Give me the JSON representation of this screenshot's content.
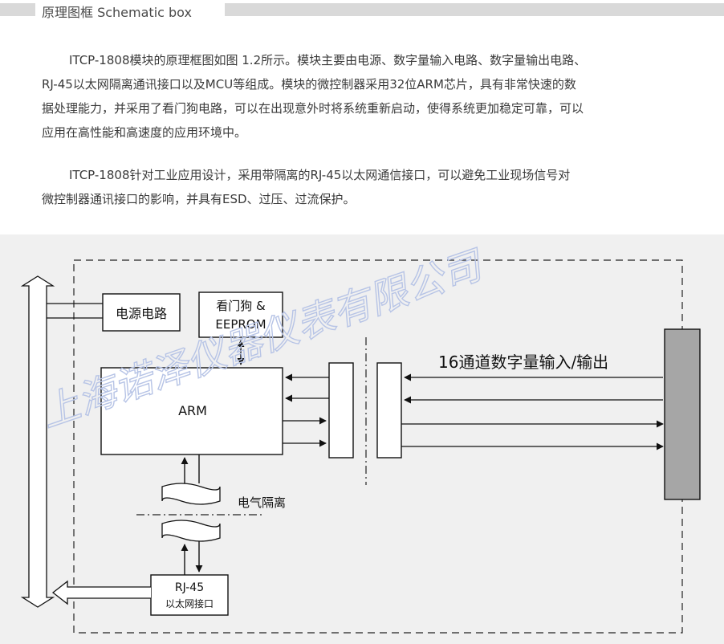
{
  "header": {
    "title": "原理图框 Schematic box"
  },
  "paragraphs": {
    "p1": [
      "ITCP-1808模块的原理框图如图 1.2所示。模块主要由电源、数字量输入电路、数字量输出电路、",
      "RJ-45以太网隔离通讯接口以及MCU等组成。模块的微控制器采用32位ARM芯片，具有非常快速的数",
      "据处理能力，并采用了看门狗电路，可以在出现意外时将系统重新启动，使得系统更加稳定可靠，可以",
      "应用在高性能和高速度的应用环境中。"
    ],
    "p2": [
      "ITCP-1808针对工业应用设计，采用带隔离的RJ-45以太网通信接口，可以避免工业现场信号对",
      "微控制器通讯接口的影响，并具有ESD、过压、过流保护。"
    ]
  },
  "diagram": {
    "power_label": "电源电路",
    "watchdog_line1": "看门狗 &",
    "watchdog_line2": "EEPROM",
    "arm_label": "ARM",
    "io_label": "16通道数字量输入/输出",
    "isolation_label": "电气隔离",
    "rj45_line1": "RJ-45",
    "rj45_line2": "以太网接口",
    "watermark": "上海诺泽仪器仪表有限公司"
  },
  "colors": {
    "header_bar": "#d9d9d9",
    "panel_bg": "#f0f0f0",
    "io_block": "#a6a6a6",
    "watermark": "#b7c4e6"
  }
}
